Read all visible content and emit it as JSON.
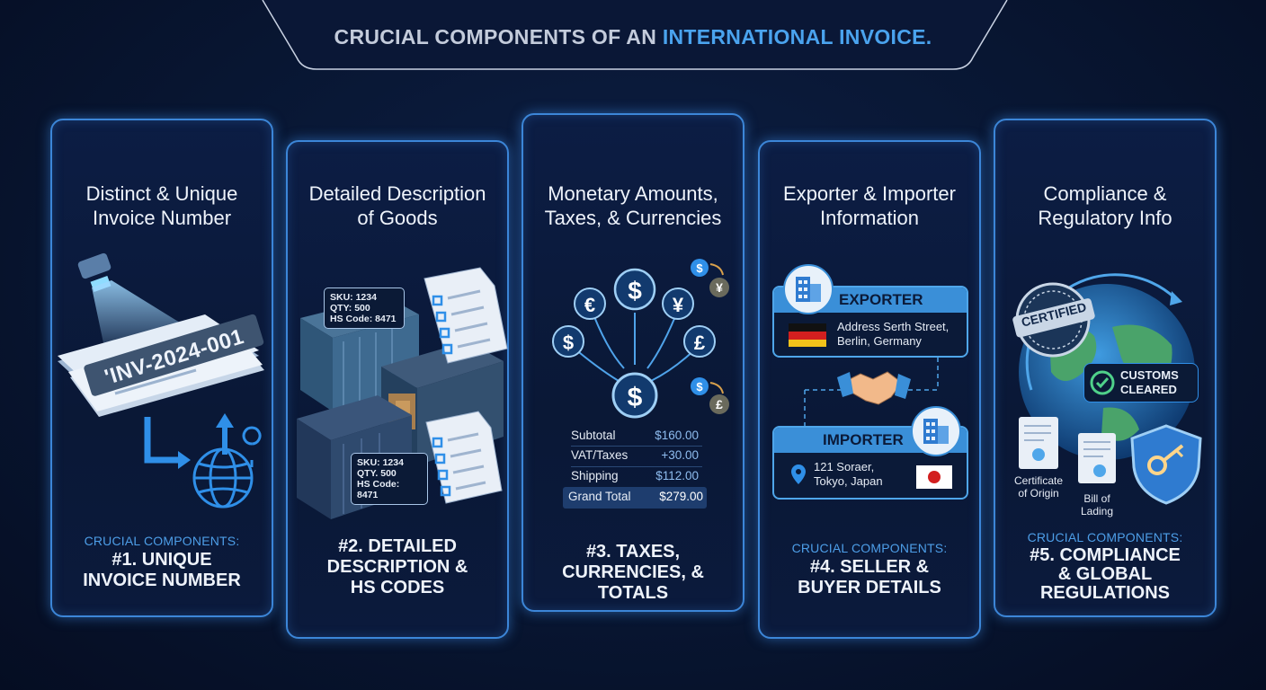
{
  "header": {
    "title_part1": "CRUCIAL COMPONENTS OF AN ",
    "title_part2": "INTERNATIONAL INVOICE."
  },
  "cards": [
    {
      "title_line1": "Distinct & Unique",
      "title_line2": "Invoice Number",
      "crucial_label": "CRUCIAL COMPONENTS:",
      "footer_line1": "#1. UNIQUE",
      "footer_line2": "INVOICE NUMBER",
      "invoice_number": "'INV-2024-001"
    },
    {
      "title_line1": "Detailed Description",
      "title_line2": "of Goods",
      "footer_line1": "#2. DETAILED",
      "footer_line2": "DESCRIPTION &",
      "footer_line3": "HS CODES",
      "tag_top": {
        "sku": "SKU: 1234",
        "qty": "QTY: 500",
        "hs": "HS Code: 8471"
      },
      "tag_bottom": {
        "sku": "SKU: 1234",
        "qty": "QTY. 500",
        "hs": "HS Code: 8471"
      }
    },
    {
      "title_line1": "Monetary Amounts,",
      "title_line2": "Taxes, & Currencies",
      "footer_line1": "#3. TAXES,",
      "footer_line2": "CURRENCIES, &",
      "footer_line3": "TOTALS",
      "totals": [
        {
          "label": "Subtotal",
          "value": "$160.00"
        },
        {
          "label": "VAT/Taxes",
          "value": "+30.00"
        },
        {
          "label": "Shipping",
          "value": "$112.00"
        }
      ],
      "grand_total": {
        "label": "Grand Total",
        "value": "$279.00"
      }
    },
    {
      "title_line1": "Exporter & Importer",
      "title_line2": "Information",
      "crucial_label": "CRUCIAL COMPONENTS:",
      "footer_line1": "#4. SELLER &",
      "footer_line2": "BUYER DETAILS",
      "exporter": {
        "heading": "EXPORTER",
        "addr_line1": "Address Serth Street,",
        "addr_line2": "Berlin, Germany"
      },
      "importer": {
        "heading": "IMPORTER",
        "addr_line1": "121 Soraer,",
        "addr_line2": "Tokyo, Japan"
      }
    },
    {
      "title_line1": "Compliance &",
      "title_line2": "Regulatory Info",
      "crucial_label": "CRUCIAL COMPONENTS:",
      "footer_line1": "#5. COMPLIANCE",
      "footer_line2": "& GLOBAL",
      "footer_line3": "REGULATIONS",
      "stamp": "CERTIFIED",
      "customs_line1": "CUSTOMS",
      "customs_line2": "CLEARED",
      "doc1_line1": "Certificate",
      "doc1_line2": "of Origin",
      "doc2_line1": "Bill of",
      "doc2_line2": "Lading"
    }
  ],
  "colors": {
    "accent": "#4aa3ee",
    "card_border": "#3c86d8",
    "background": "#081632"
  }
}
